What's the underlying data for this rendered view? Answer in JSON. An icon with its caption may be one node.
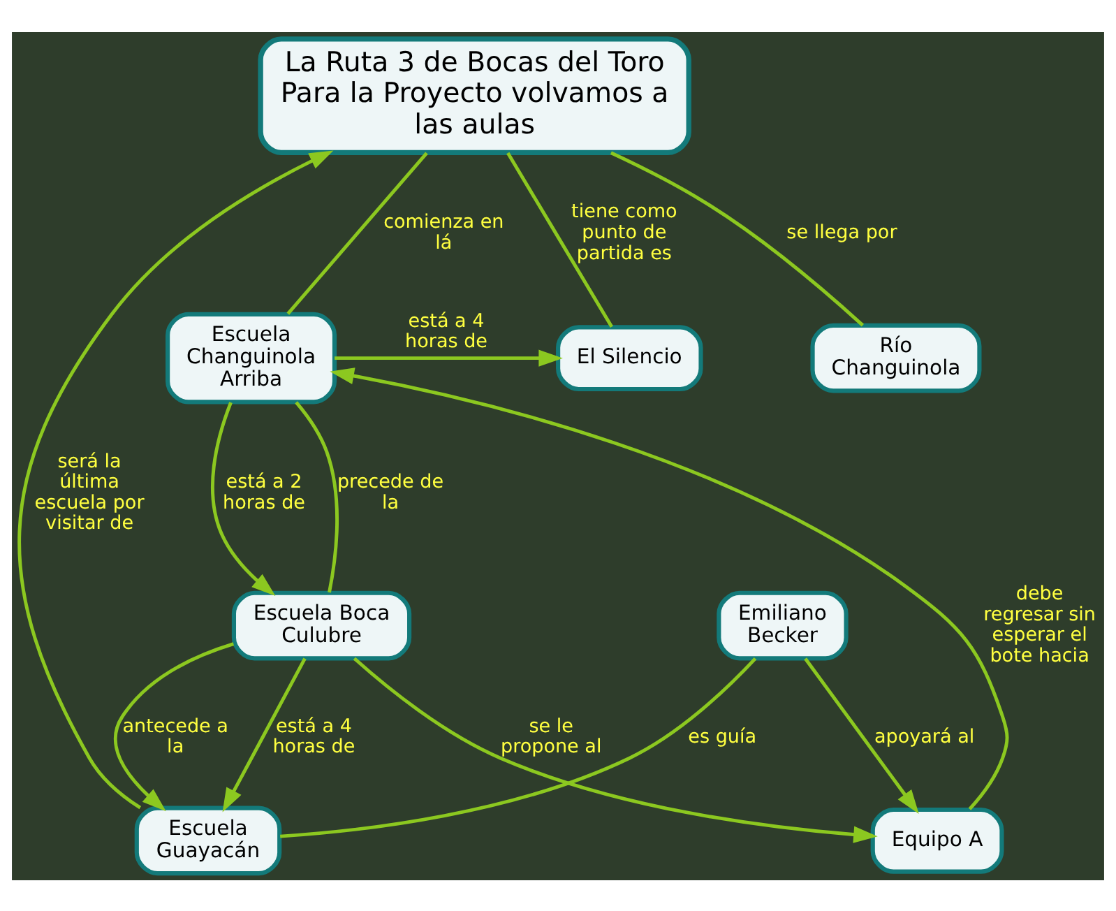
{
  "diagram": {
    "nodes": [
      {
        "text": [
          "La Ruta 3 de Bocas del Toro Para la Proyecto volvamos a las aulas"
        ]
      },
      {
        "text": [
          "Escuela Changuinola Arriba"
        ]
      },
      {
        "text": [
          "El Silencio"
        ]
      },
      {
        "text": [
          "Río Changuinola"
        ]
      },
      {
        "text": [
          "Equipo A"
        ]
      },
      {
        "text": [
          "Escuela Boca Culubre"
        ]
      },
      {
        "text": [
          "Emiliano Becker"
        ]
      },
      {
        "text": [
          "Escuela Guayacán"
        ]
      }
    ],
    "edges": [
      {
        "from": 0,
        "to": 1,
        "arrow": "none",
        "label": "comienza en lá"
      },
      {
        "from": 0,
        "to": 2,
        "arrow": "none",
        "label": "tiene como punto de partida es"
      },
      {
        "from": 0,
        "to": 3,
        "arrow": "none",
        "label": "se llega por"
      },
      {
        "from": 1,
        "to": 2,
        "arrow": "to",
        "label": "está a 4 horas de"
      },
      {
        "from": 4,
        "to": 1,
        "arrow": "to",
        "label": "debe regresar sin esperar el bote hacia"
      },
      {
        "from": 1,
        "to": 5,
        "arrow": "to",
        "label": "está a 2 horas de"
      },
      {
        "from": 1,
        "to": 5,
        "arrow": "none",
        "label": "precede de la"
      },
      {
        "from": 5,
        "to": 4,
        "arrow": "to",
        "label": "se le propone al"
      },
      {
        "from": 6,
        "to": 4,
        "arrow": "to",
        "label": "apoyará al"
      },
      {
        "from": 5,
        "to": 7,
        "arrow": "to",
        "label": "está a 4 horas de"
      },
      {
        "from": 5,
        "to": 7,
        "arrow": "to",
        "label": "antecede a la"
      },
      {
        "from": 6,
        "to": 7,
        "arrow": "none",
        "label": "es guía"
      },
      {
        "from": 7,
        "to": 0,
        "arrow": "to",
        "label": "será la última escuela por visitar de"
      }
    ]
  }
}
